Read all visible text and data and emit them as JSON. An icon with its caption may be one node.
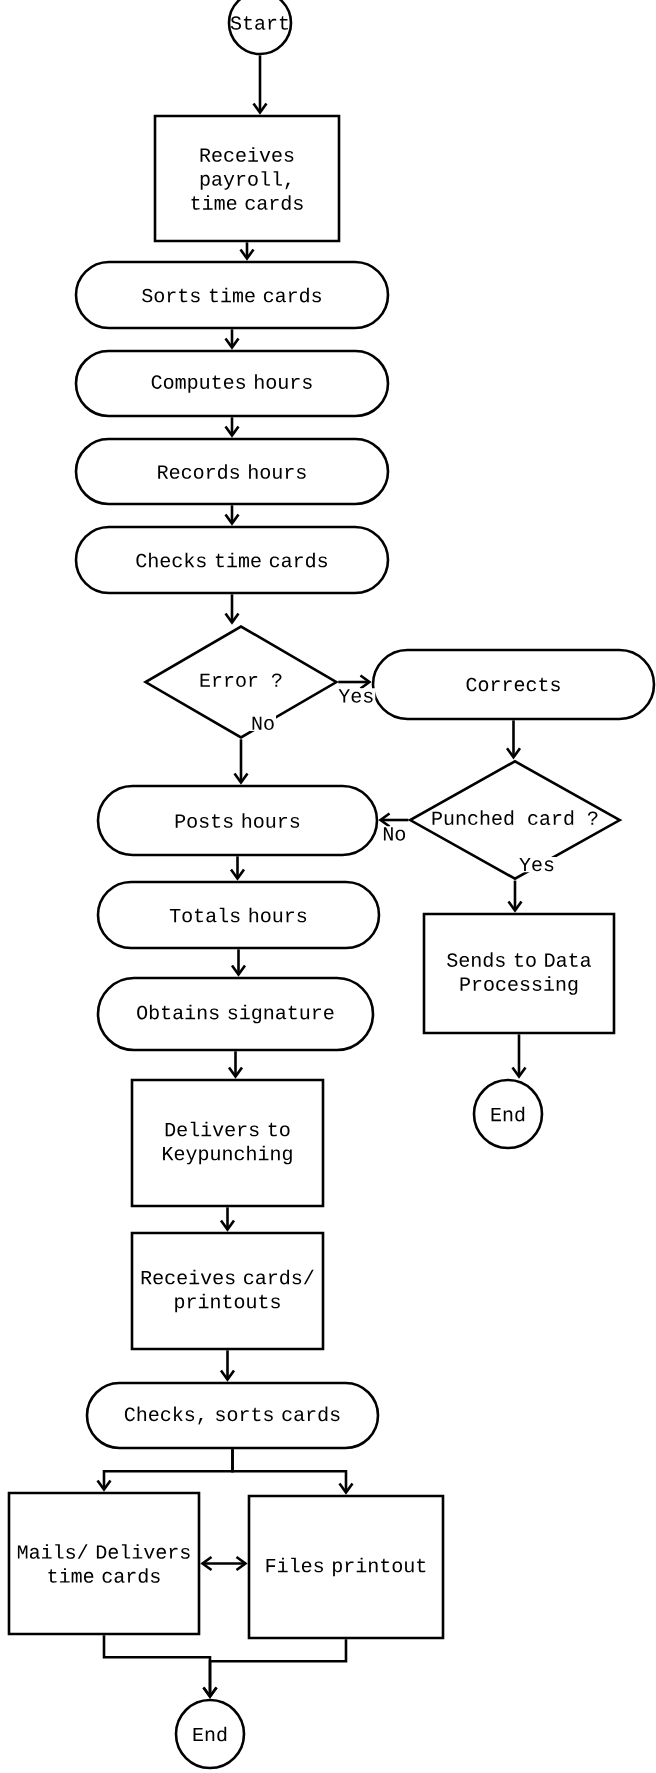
{
  "diagram": {
    "nodes": [
      {
        "text": [
          "Start"
        ]
      },
      {
        "text": [
          "Receives payroll, time cards"
        ]
      },
      {
        "text": [
          "Sorts time cards"
        ]
      },
      {
        "text": [
          "Computes hours"
        ]
      },
      {
        "text": [
          "Records hours"
        ]
      },
      {
        "text": [
          "Checks time cards"
        ]
      },
      {
        "text": [
          "Error ?"
        ]
      },
      {
        "text": [
          "Corrects"
        ]
      },
      {
        "text": [
          "Punched card ?"
        ]
      },
      {
        "text": [
          "Posts hours"
        ]
      },
      {
        "text": [
          "Totals hours"
        ]
      },
      {
        "text": [
          "Obtains signature"
        ]
      },
      {
        "text": [
          "Sends to Data Processing"
        ]
      },
      {
        "text": [
          "End"
        ]
      },
      {
        "text": [
          "Delivers to Keypunching"
        ]
      },
      {
        "text": [
          "Receives cards/ printouts"
        ]
      },
      {
        "text": [
          "Checks, sorts cards"
        ]
      },
      {
        "text": [
          "Mails/ Delivers time cards"
        ]
      },
      {
        "text": [
          "Files printout"
        ]
      },
      {
        "text": [
          "End"
        ]
      }
    ],
    "edges": [
      {
        "from": 0,
        "to": 1,
        "arrow": "to"
      },
      {
        "from": 1,
        "to": 2,
        "arrow": "to"
      },
      {
        "from": 2,
        "to": 3,
        "arrow": "to"
      },
      {
        "from": 3,
        "to": 4,
        "arrow": "to"
      },
      {
        "from": 4,
        "to": 5,
        "arrow": "to"
      },
      {
        "from": 5,
        "to": 6,
        "arrow": "to"
      },
      {
        "from": 6,
        "to": 7,
        "arrow": "to",
        "label": "Yes"
      },
      {
        "from": 6,
        "to": 9,
        "arrow": "to",
        "label": "No"
      },
      {
        "from": 7,
        "to": 8,
        "arrow": "to"
      },
      {
        "from": 8,
        "to": 9,
        "arrow": "to",
        "label": "No"
      },
      {
        "from": 8,
        "to": 12,
        "arrow": "to",
        "label": "Yes"
      },
      {
        "from": 9,
        "to": 10,
        "arrow": "to"
      },
      {
        "from": 10,
        "to": 11,
        "arrow": "to"
      },
      {
        "from": 12,
        "to": 13,
        "arrow": "to"
      },
      {
        "from": 11,
        "to": 14,
        "arrow": "to"
      },
      {
        "from": 14,
        "to": 15,
        "arrow": "to"
      },
      {
        "from": 15,
        "to": 16,
        "arrow": "to"
      },
      {
        "from": 16,
        "to": 17,
        "arrow": "to"
      },
      {
        "from": 16,
        "to": 18,
        "arrow": "to"
      },
      {
        "from": 17,
        "to": 18,
        "arrow": "both"
      },
      {
        "from": 17,
        "to": 19,
        "arrow": "to"
      },
      {
        "from": 18,
        "to": 19,
        "arrow": "to"
      }
    ]
  }
}
